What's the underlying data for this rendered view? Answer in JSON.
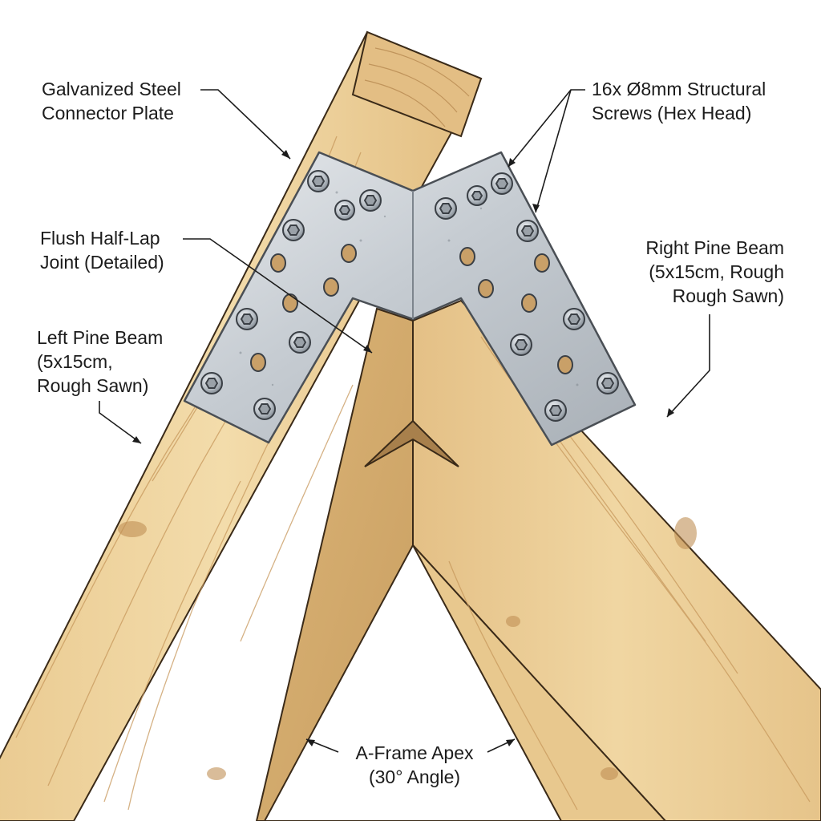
{
  "labels": {
    "steel_plate": [
      "Galvanized Steel",
      "Connector Plate"
    ],
    "screws": [
      "16x Ø8mm Structural",
      "Screws (Hex Head)"
    ],
    "joint": [
      "Flush Half-Lap",
      "Joint (Detailed)"
    ],
    "right_beam": [
      "Right Pine Beam",
      "(5x15cm, Rough",
      "Rough Sawn)"
    ],
    "left_beam": [
      "Left Pine Beam",
      "(5x15cm,",
      "Rough Sawn)"
    ],
    "apex": [
      "A-Frame Apex",
      "(30° Angle)"
    ]
  },
  "colors": {
    "wood_light": "#f1d9a6",
    "wood_mid": "#e6c48a",
    "wood_dark": "#cfa468",
    "steel_light": "#dde1e5",
    "steel_mid": "#bcc3ca",
    "steel_dark": "#8e969e",
    "ink": "#1c1c1c"
  },
  "icons": [
    "hex-screw-icon",
    "pilot-hole-icon",
    "wood-knot-icon"
  ]
}
